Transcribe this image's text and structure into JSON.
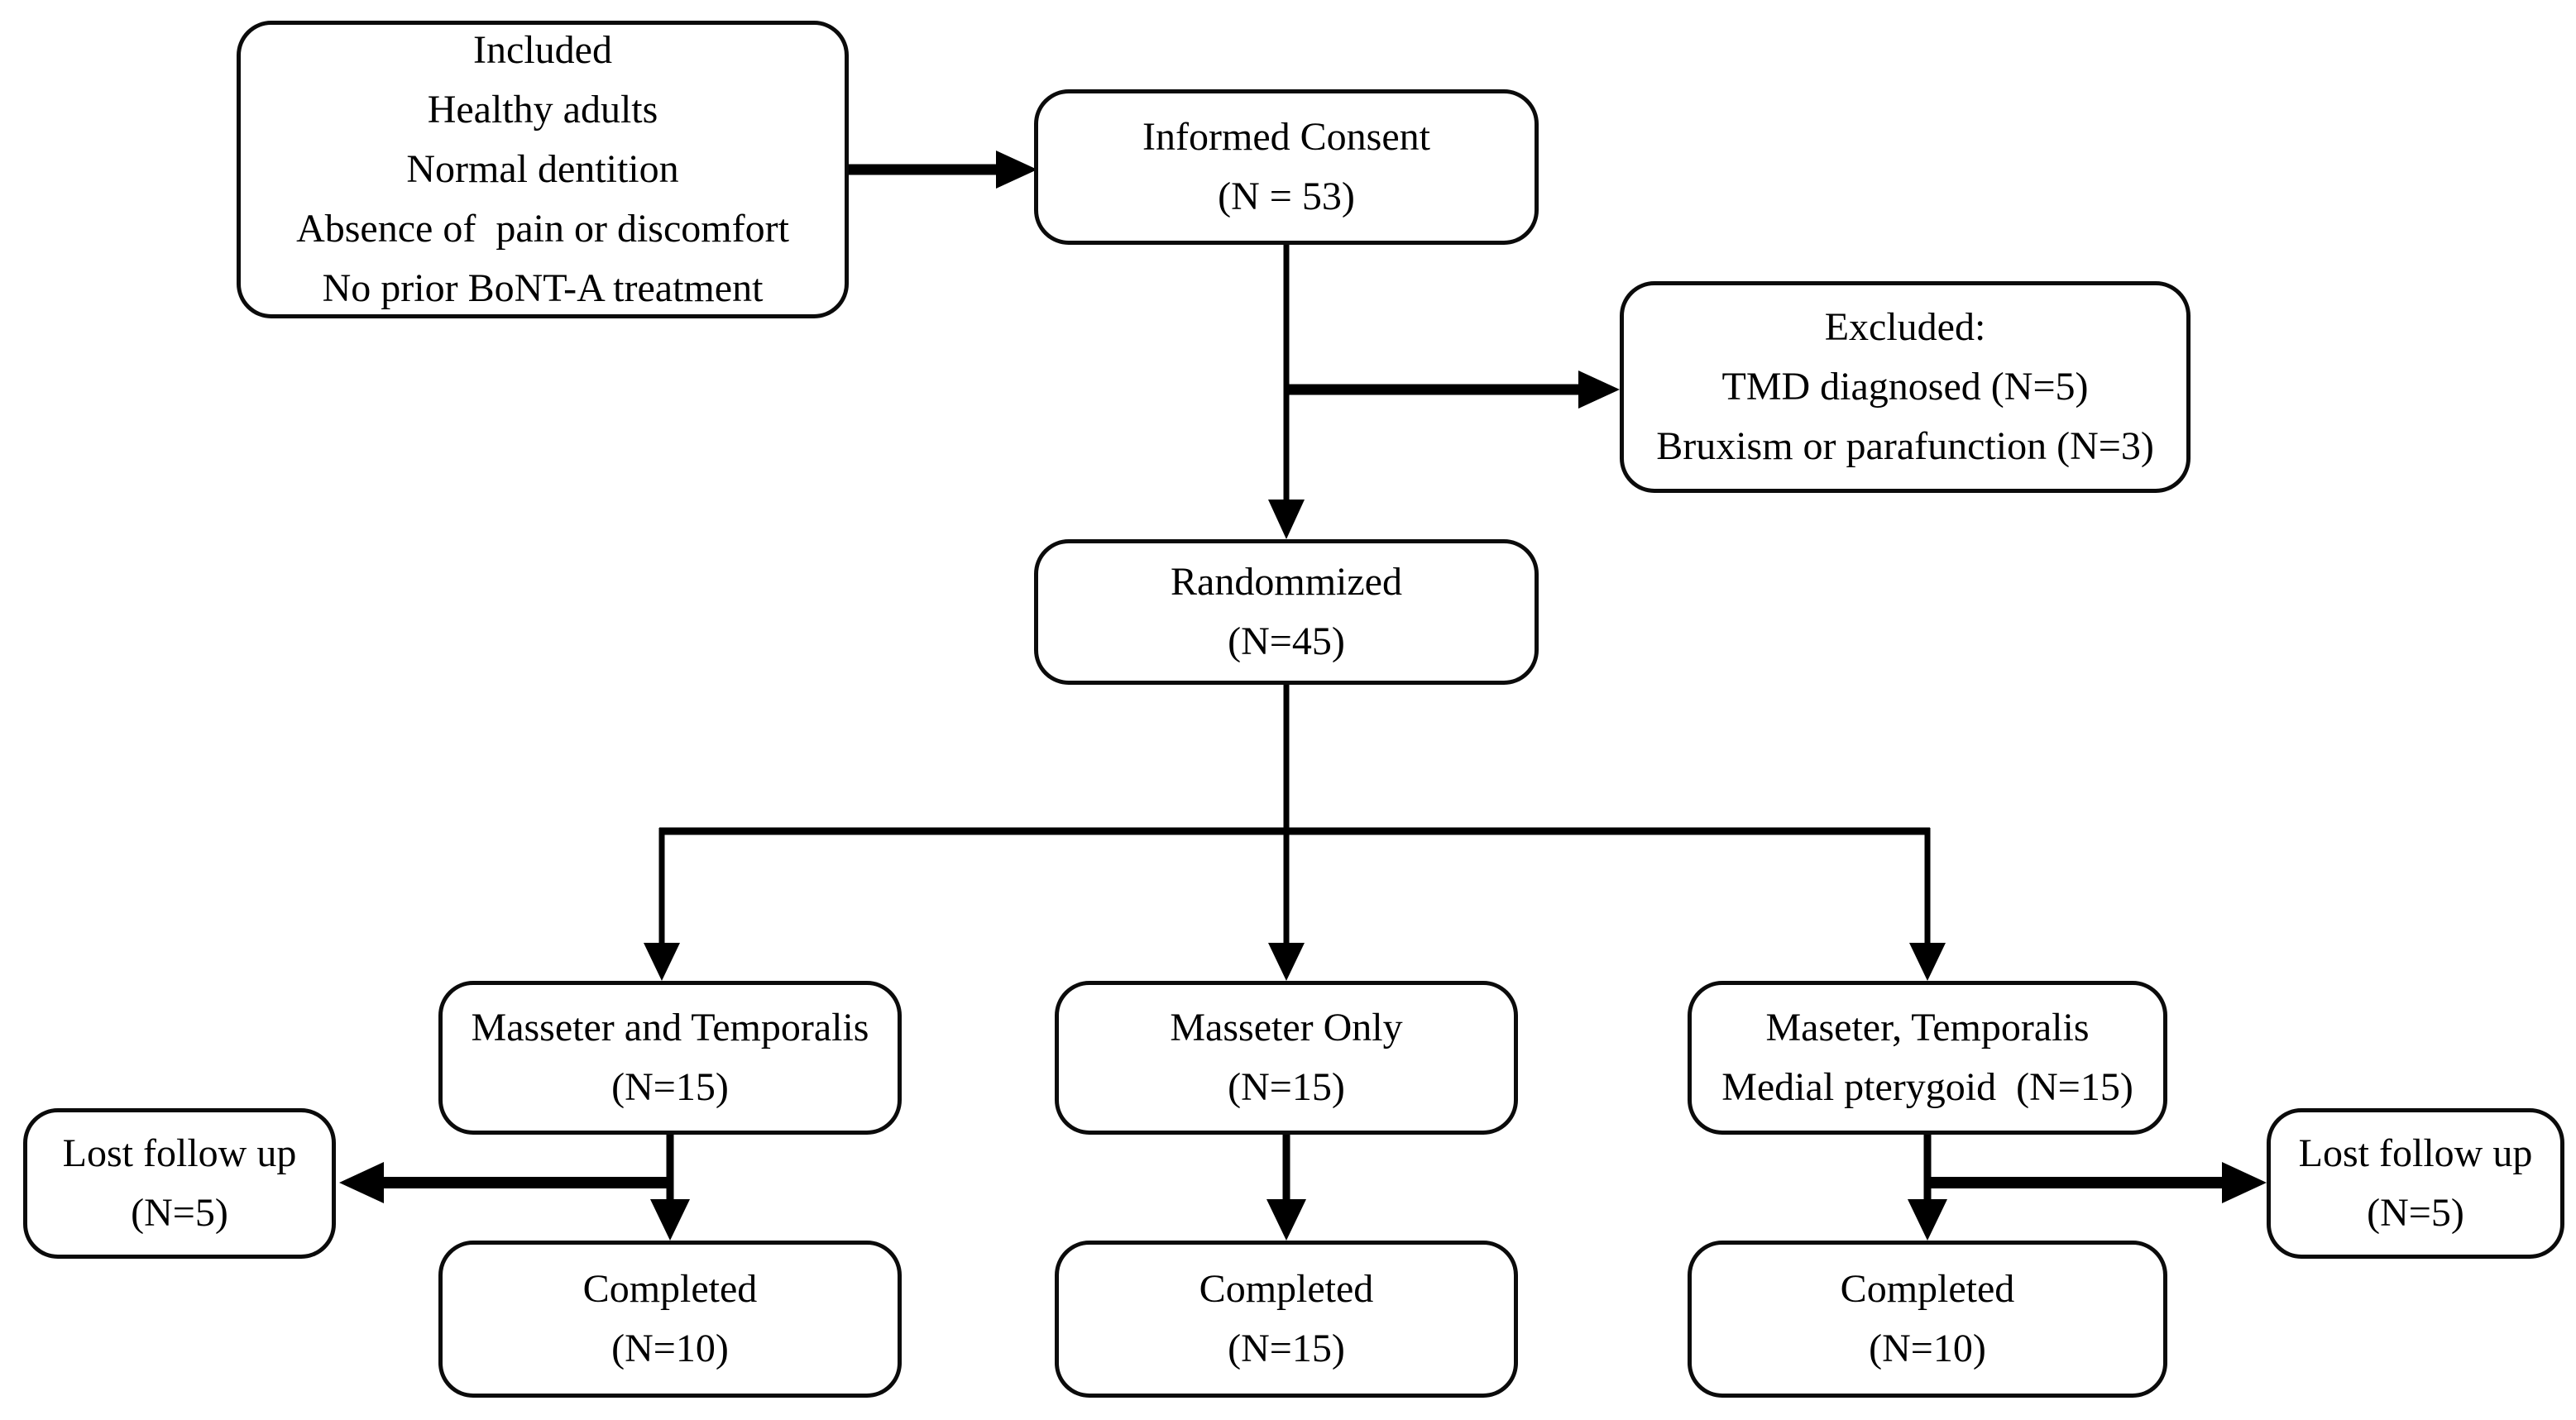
{
  "diagram": {
    "title": "BoNT-A trial participant flow diagram",
    "colors": {
      "background": "#ffffff",
      "line": "#000000",
      "box_border": "#0b0b0b",
      "text": "#000000"
    },
    "nodes": {
      "included": {
        "lines": [
          "Included",
          "Healthy adults",
          "Normal dentition",
          "Absence of  pain or discomfort",
          "No prior BoNT-A treatment"
        ]
      },
      "informed_consent": {
        "lines": [
          "Informed Consent",
          "(N = 53)"
        ]
      },
      "excluded": {
        "lines": [
          "Excluded:",
          "TMD diagnosed (N=5)",
          "Bruxism or parafunction (N=3)"
        ]
      },
      "randomized": {
        "lines": [
          "Randommized",
          "(N=45)"
        ]
      },
      "group_masseter_temporalis": {
        "lines": [
          "Masseter and Temporalis",
          "(N=15)"
        ]
      },
      "group_masseter_only": {
        "lines": [
          "Masseter Only",
          "(N=15)"
        ]
      },
      "group_three_muscles": {
        "lines": [
          "Maseter, Temporalis",
          "Medial pterygoid  (N=15)"
        ]
      },
      "lost_follow_up_left": {
        "lines": [
          "Lost follow up",
          "(N=5)"
        ]
      },
      "lost_follow_up_right": {
        "lines": [
          "Lost follow up",
          "(N=5)"
        ]
      },
      "completed_left": {
        "lines": [
          "Completed",
          "(N=10)"
        ]
      },
      "completed_middle": {
        "lines": [
          "Completed",
          "(N=15)"
        ]
      },
      "completed_right": {
        "lines": [
          "Completed",
          "(N=10)"
        ]
      }
    }
  }
}
